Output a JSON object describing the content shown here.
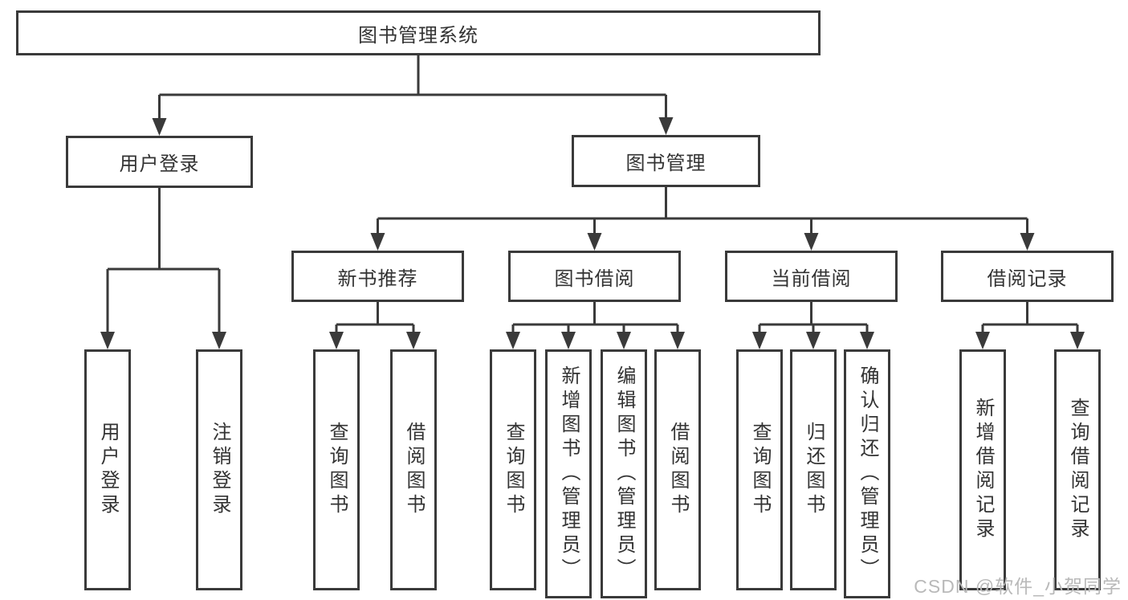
{
  "colors": {
    "line": "#3a3a3a",
    "box_border": "#3a3a3a",
    "box_background": "#ffffff",
    "text": "#333333",
    "watermark": "#b9b9b9"
  },
  "diagram": {
    "root": {
      "label": "图书管理系统"
    },
    "level2": [
      {
        "label": "用户登录",
        "parent": "图书管理系统"
      },
      {
        "label": "图书管理",
        "parent": "图书管理系统"
      }
    ],
    "level3": [
      {
        "label": "新书推荐",
        "parent": "图书管理"
      },
      {
        "label": "图书借阅",
        "parent": "图书管理"
      },
      {
        "label": "当前借阅",
        "parent": "图书管理"
      },
      {
        "label": "借阅记录",
        "parent": "图书管理"
      }
    ],
    "leaves": [
      {
        "label": "用户登录",
        "parent": "用户登录"
      },
      {
        "label": "注销登录",
        "parent": "用户登录"
      },
      {
        "label": "查询图书",
        "parent": "新书推荐"
      },
      {
        "label": "借阅图书",
        "parent": "新书推荐"
      },
      {
        "label": "查询图书",
        "parent": "图书借阅"
      },
      {
        "label": "新增图书（管理员）",
        "parent": "图书借阅"
      },
      {
        "label": "编辑图书（管理员）",
        "parent": "图书借阅"
      },
      {
        "label": "借阅图书",
        "parent": "图书借阅"
      },
      {
        "label": "查询图书",
        "parent": "当前借阅"
      },
      {
        "label": "归还图书",
        "parent": "当前借阅"
      },
      {
        "label": "确认归还（管理员）",
        "parent": "当前借阅"
      },
      {
        "label": "新增借阅记录",
        "parent": "借阅记录"
      },
      {
        "label": "查询借阅记录",
        "parent": "借阅记录"
      }
    ]
  },
  "watermark": {
    "text": "CSDN @软件_小贺同学"
  }
}
